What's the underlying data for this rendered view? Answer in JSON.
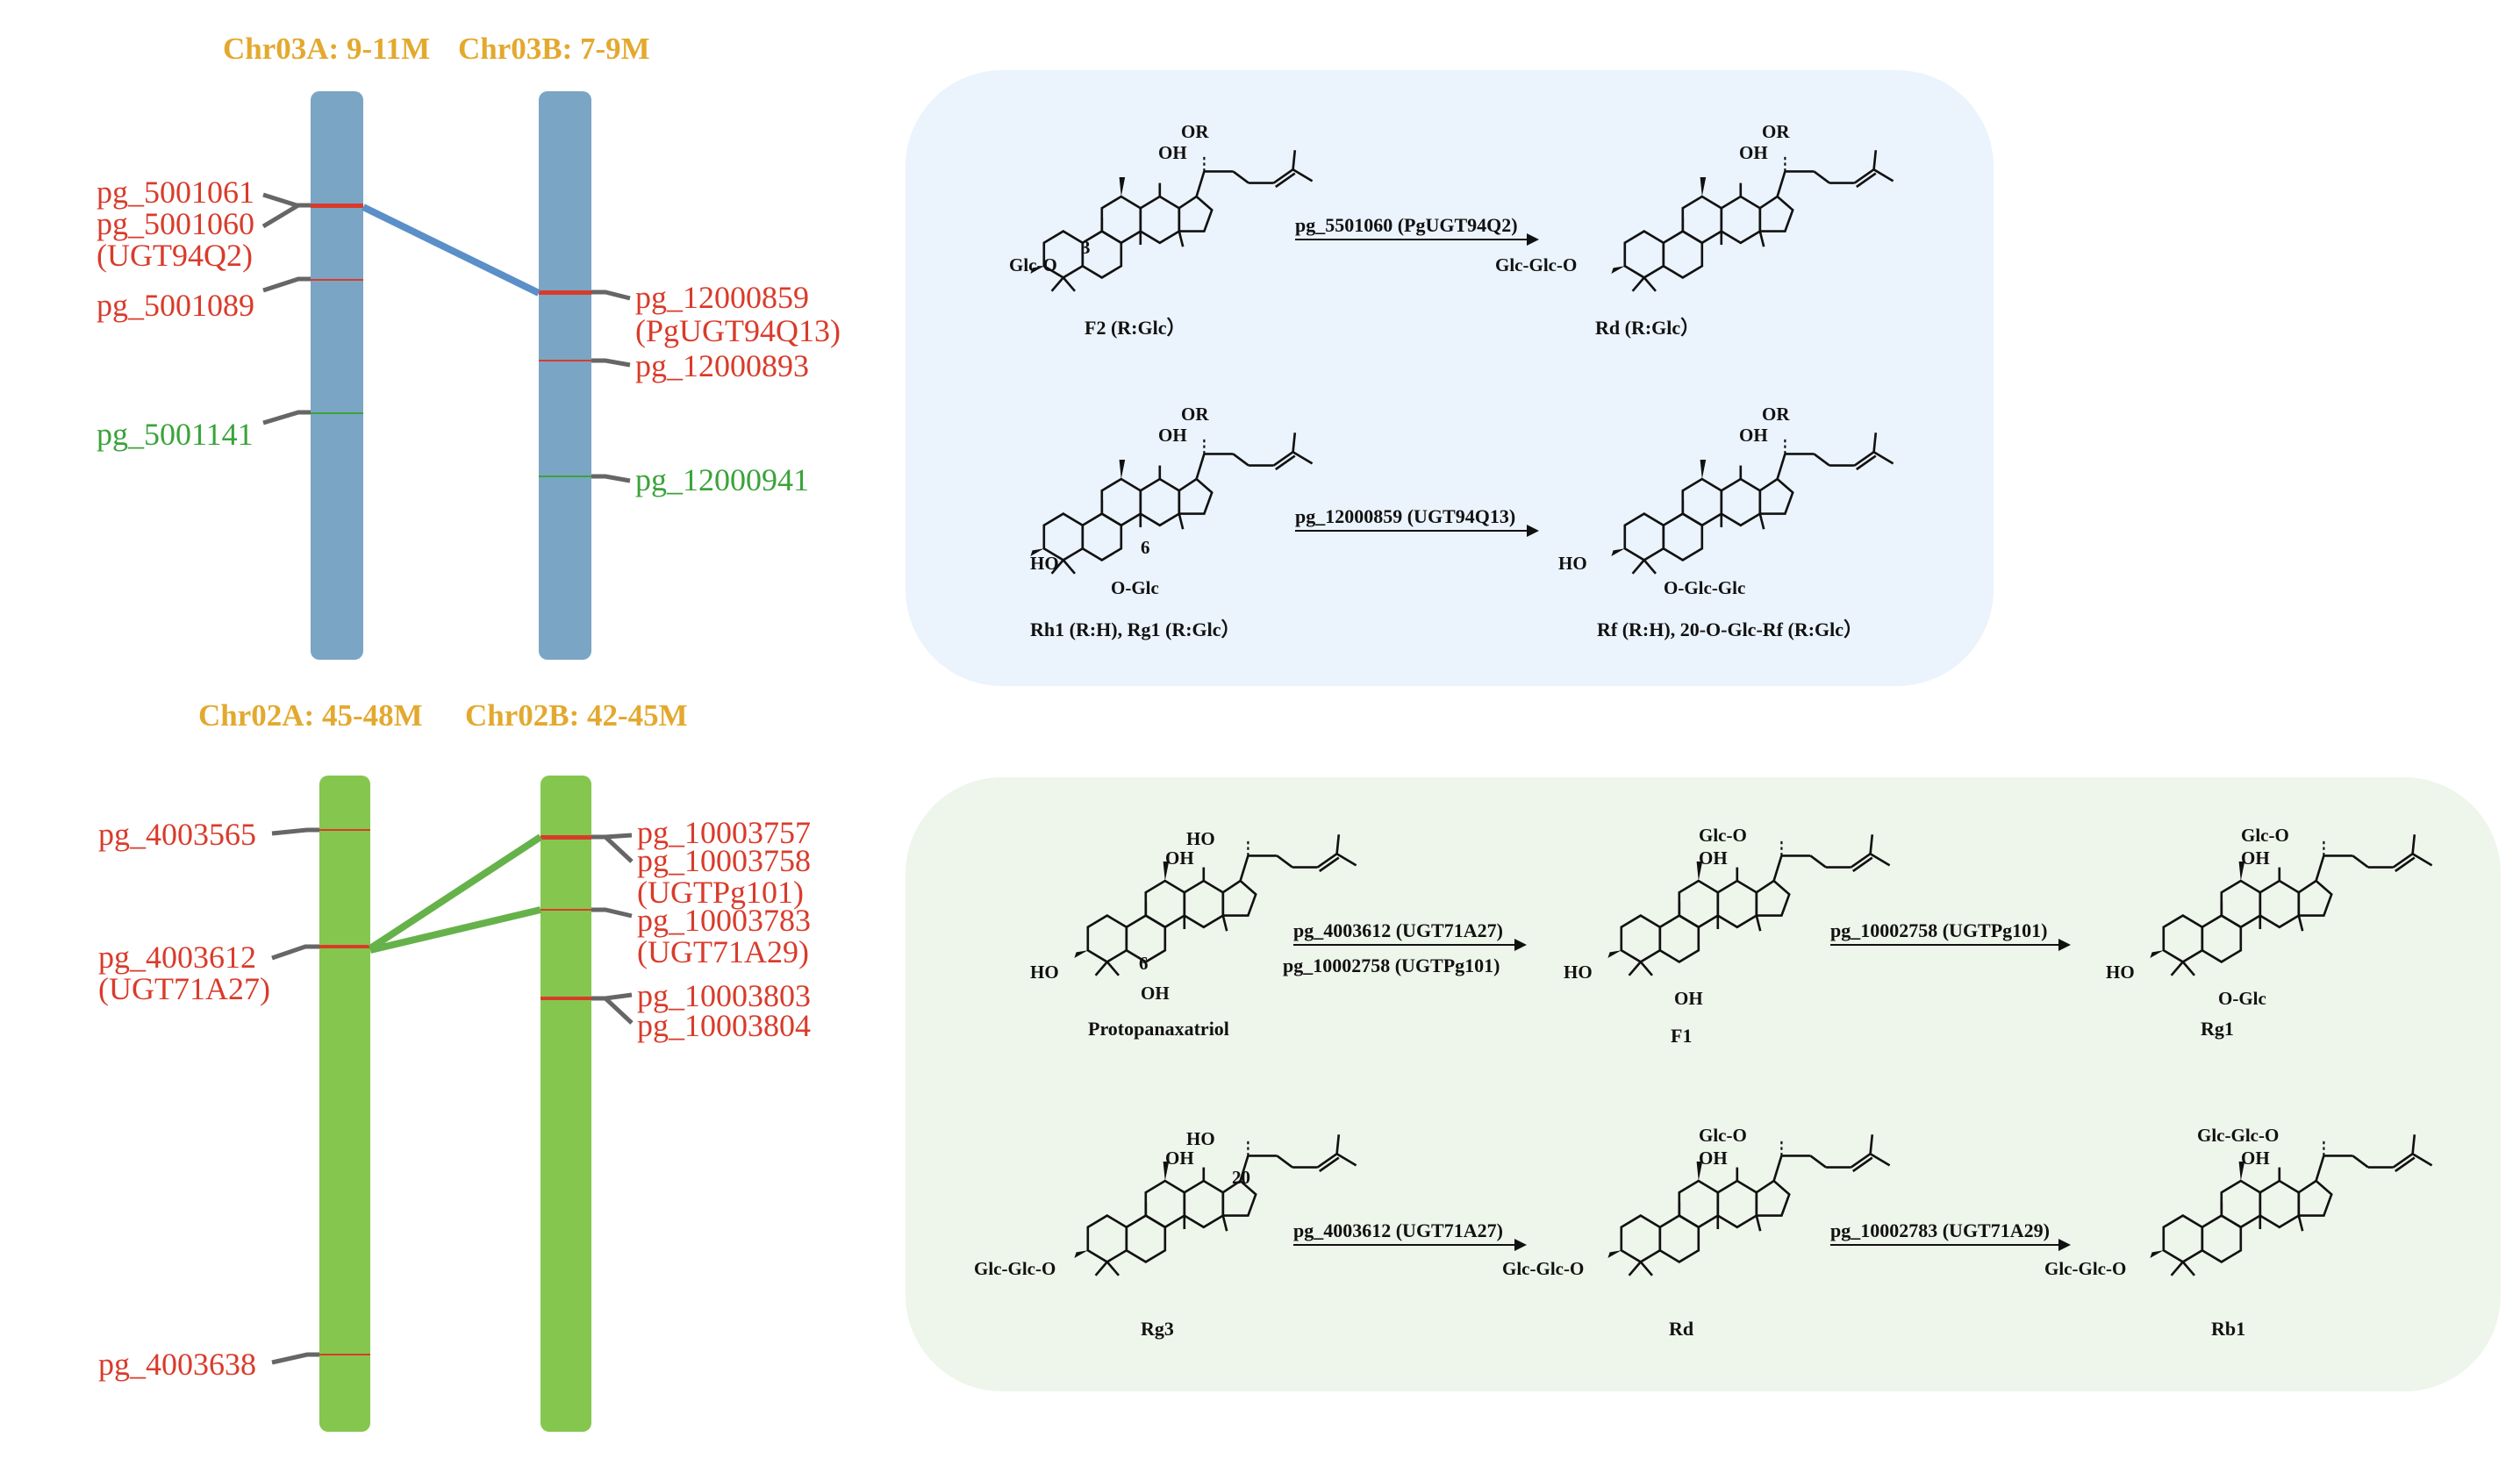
{
  "top_group": {
    "chrA_title": "Chr03A: 9-11M",
    "chrB_title": "Chr03B: 7-9M",
    "chrA_genes": [
      {
        "name": "pg_5001061"
      },
      {
        "name": "pg_5001060"
      },
      {
        "name": "(UGT94Q2)"
      },
      {
        "name": "pg_5001089"
      },
      {
        "name": "pg_5001141"
      }
    ],
    "chrB_genes": [
      {
        "name": "pg_12000859"
      },
      {
        "name": "(PgUGT94Q13)"
      },
      {
        "name": "pg_12000893"
      },
      {
        "name": "pg_12000941"
      }
    ]
  },
  "bottom_group": {
    "chrA_title": "Chr02A: 45-48M",
    "chrB_title": "Chr02B: 42-45M",
    "chrA_genes": [
      {
        "name": "pg_4003565"
      },
      {
        "name": "pg_4003612"
      },
      {
        "name": "(UGT71A27)"
      },
      {
        "name": "pg_4003638"
      }
    ],
    "chrB_genes": [
      {
        "name": "pg_10003757"
      },
      {
        "name": "pg_10003758"
      },
      {
        "name": "(UGTPg101)"
      },
      {
        "name": "pg_10003783"
      },
      {
        "name": "(UGT71A29)"
      },
      {
        "name": "pg_10003803"
      },
      {
        "name": "pg_10003804"
      }
    ]
  },
  "colors": {
    "blue_chr": "#7ba5c4",
    "green_chr": "#85c64e",
    "red_gene": "#d93b2b",
    "green_gene": "#3aa33a",
    "title_gold": "#e3a92f",
    "blue_link": "#5b8fc8",
    "green_link": "#66b24a",
    "panel_blue": "#ebf3fc",
    "panel_green": "#eef5ea",
    "connector": "#666666"
  },
  "blue_panel": {
    "reactions": [
      {
        "enzyme": "pg_5501060 (PgUGT94Q2)"
      },
      {
        "enzyme": "pg_12000859 (UGT94Q13)"
      }
    ],
    "compounds": [
      {
        "label": "F2 (R:Glc）"
      },
      {
        "label": "Rd (R:Glc）"
      },
      {
        "label": "Rh1 (R:H), Rg1 (R:Glc）"
      },
      {
        "label": "Rf (R:H), 20-O-Glc-Rf (R:Glc）"
      }
    ],
    "struct_labels": {
      "or": "OR",
      "oh": "OH",
      "ho": "HO",
      "glc_o": "Glc-O",
      "glcglc_o": "Glc-Glc-O",
      "o_glc": "O-Glc",
      "o_glcglc": "O-Glc-Glc",
      "pos3": "3",
      "pos6": "6"
    }
  },
  "green_panel": {
    "reactions": [
      {
        "enzyme": "pg_4003612 (UGT71A27)"
      },
      {
        "enzyme": "pg_10002758 (UGTPg101)"
      },
      {
        "enzyme": "pg_10002758 (UGTPg101)"
      },
      {
        "enzyme": "pg_4003612 (UGT71A27)"
      },
      {
        "enzyme": "pg_10002783 (UGT71A29)"
      }
    ],
    "compounds": [
      {
        "label": "Protopanaxatriol"
      },
      {
        "label": "F1"
      },
      {
        "label": "Rg1"
      },
      {
        "label": "Rg3"
      },
      {
        "label": "Rd"
      },
      {
        "label": "Rb1"
      }
    ],
    "struct_labels": {
      "ho": "HO",
      "oh": "OH",
      "glc_o": "Glc-O",
      "glcglc_o": "Glc-Glc-O",
      "o_glc": "O-Glc",
      "pos6": "6",
      "pos20": "20"
    }
  }
}
